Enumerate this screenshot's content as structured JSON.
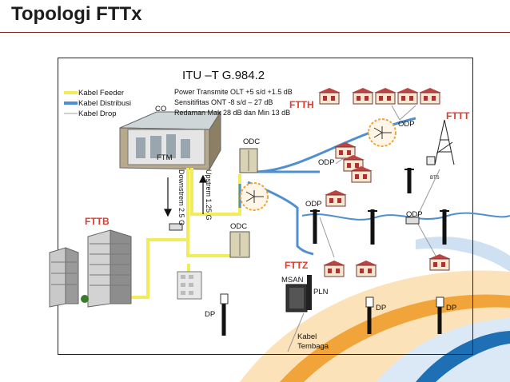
{
  "slide": {
    "title": "Topologi  FTTx"
  },
  "diagram": {
    "standard": "ITU –T G.984.2",
    "specs": [
      "Power Transmite OLT +5 s/d +1.5 dB",
      "Sensitifitas ONT -8 s/d – 27 dB",
      "Redaman Mak 28 dB dan Min 13 dB"
    ],
    "legend": [
      {
        "label": "Kabel Feeder",
        "color": "#f3ec5a"
      },
      {
        "label": "Kabel  Distribusi",
        "color": "#4f8fd0"
      },
      {
        "label": "Kabel Drop",
        "color": "#d8d8d8"
      }
    ],
    "labels": {
      "co": "CO",
      "ftm": "FTM",
      "odc_top": "ODC",
      "odc_mid": "ODC",
      "odp_top": "ODP",
      "odp_mid": "ODP",
      "odp_left": "ODP",
      "odp_right": "ODP",
      "bts": "BTS",
      "msan": "MSAN",
      "pln": "PLN",
      "dp_left": "DP",
      "dp_mid": "DP",
      "dp_right": "DP",
      "kabel_tembaga_1": "Kabel",
      "kabel_tembaga_2": "Tembaga",
      "upstream": "Upstrem 1.25 G",
      "downstream": "Downstrem 2.5 G"
    },
    "segments": {
      "ftth": "FTTH",
      "fttt": "FTTT",
      "fttb": "FTTB",
      "fttz": "FTTZ"
    },
    "colors": {
      "feeder": "#f3ec5a",
      "distribution": "#4f8fd0",
      "segment_label": "#e03a2c",
      "title_rule": "#7f1f20",
      "deco_orange": "#f0a43a",
      "deco_blue": "#1f6fb5"
    }
  }
}
